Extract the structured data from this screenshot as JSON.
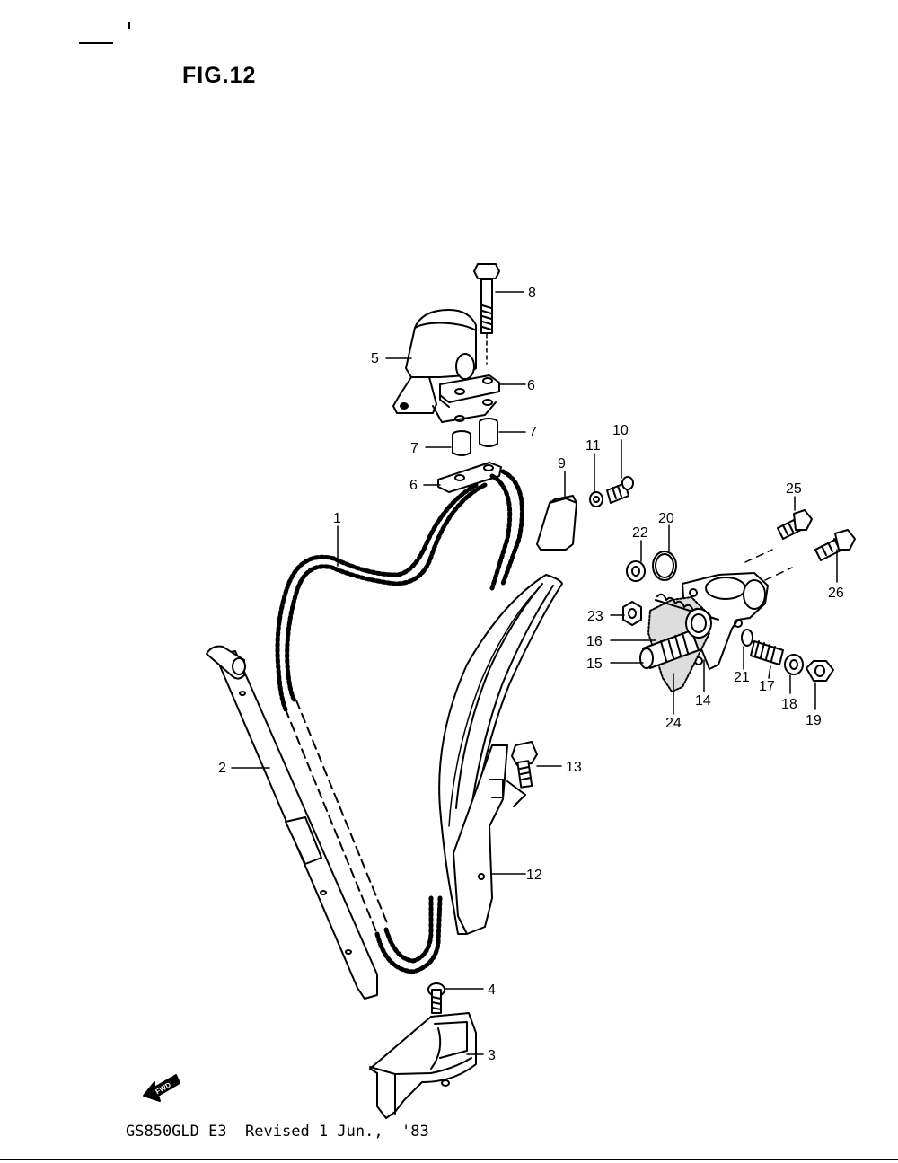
{
  "header": {
    "figure_title": "FIG.12"
  },
  "footer": {
    "caption": "GS850GLD E3  Revised 1 Jun.,  '83"
  },
  "diagram": {
    "fwd_label": "FWD",
    "callouts": [
      "1",
      "2",
      "3",
      "4",
      "5",
      "6",
      "6",
      "7",
      "7",
      "8",
      "9",
      "10",
      "11",
      "12",
      "13",
      "14",
      "15",
      "16",
      "17",
      "18",
      "19",
      "20",
      "21",
      "22",
      "23",
      "24",
      "25",
      "26"
    ]
  }
}
